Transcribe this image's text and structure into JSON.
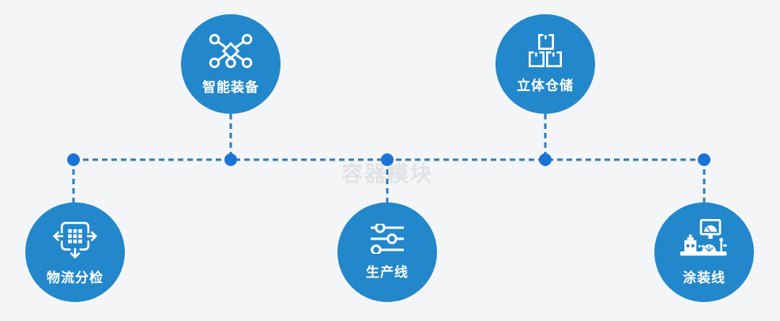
{
  "watermark": "容器模块",
  "colors": {
    "background": "#f4f5f6",
    "node_fill": "#2287cb",
    "connector_dash": "#2e7db9",
    "connector_dot": "#1a74d8",
    "label_text": "#ffffff",
    "watermark_text": "#e1e2e5"
  },
  "nodes": [
    {
      "label": "智能装备",
      "icon": "molecule-network-icon",
      "position": "top-left"
    },
    {
      "label": "立体仓储",
      "icon": "stacked-boxes-icon",
      "position": "top-right"
    },
    {
      "label": "物流分检",
      "icon": "sort-move-arrows-icon",
      "position": "bottom-left"
    },
    {
      "label": "生产线",
      "icon": "sliders-icon",
      "position": "bottom-center"
    },
    {
      "label": "涂装线",
      "icon": "machine-console-icon",
      "position": "bottom-right"
    }
  ]
}
